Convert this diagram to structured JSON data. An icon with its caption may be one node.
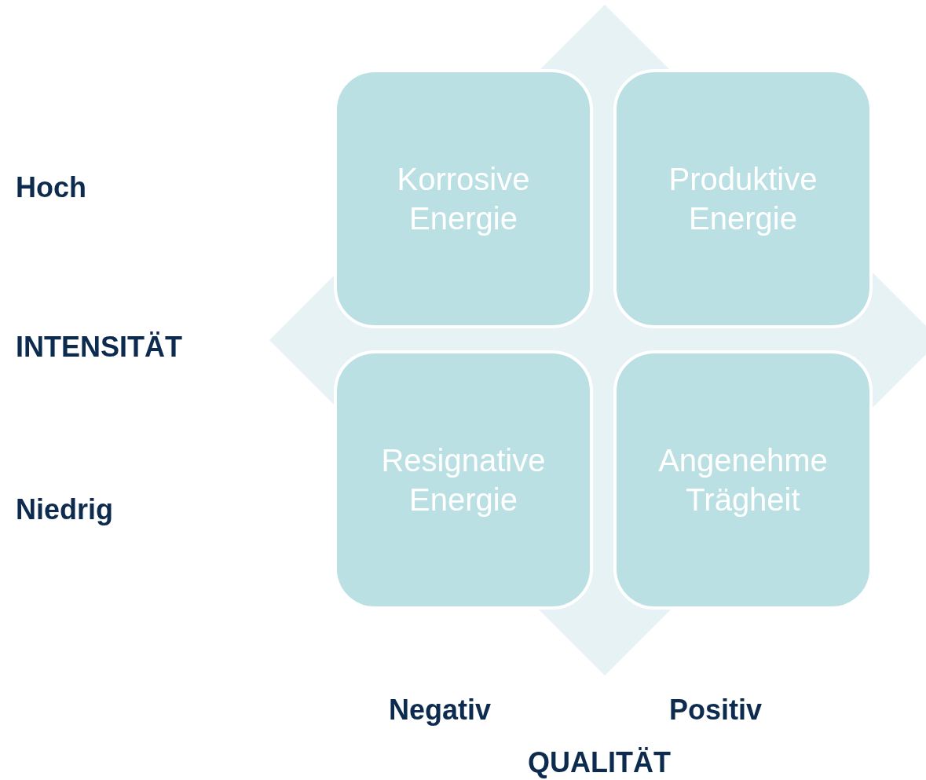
{
  "diagram": {
    "nodes": [
      {
        "text": [
          "Korrosive Energie"
        ]
      },
      {
        "text": [
          "Produktive Energie"
        ]
      },
      {
        "text": [
          "Resignative Energie"
        ]
      },
      {
        "text": [
          "Angenehme Trägheit"
        ]
      }
    ],
    "labels": [
      "Hoch",
      "INTENSITÄT",
      "Niedrig",
      "Negativ",
      "Positiv",
      "QUALITÄT"
    ]
  }
}
